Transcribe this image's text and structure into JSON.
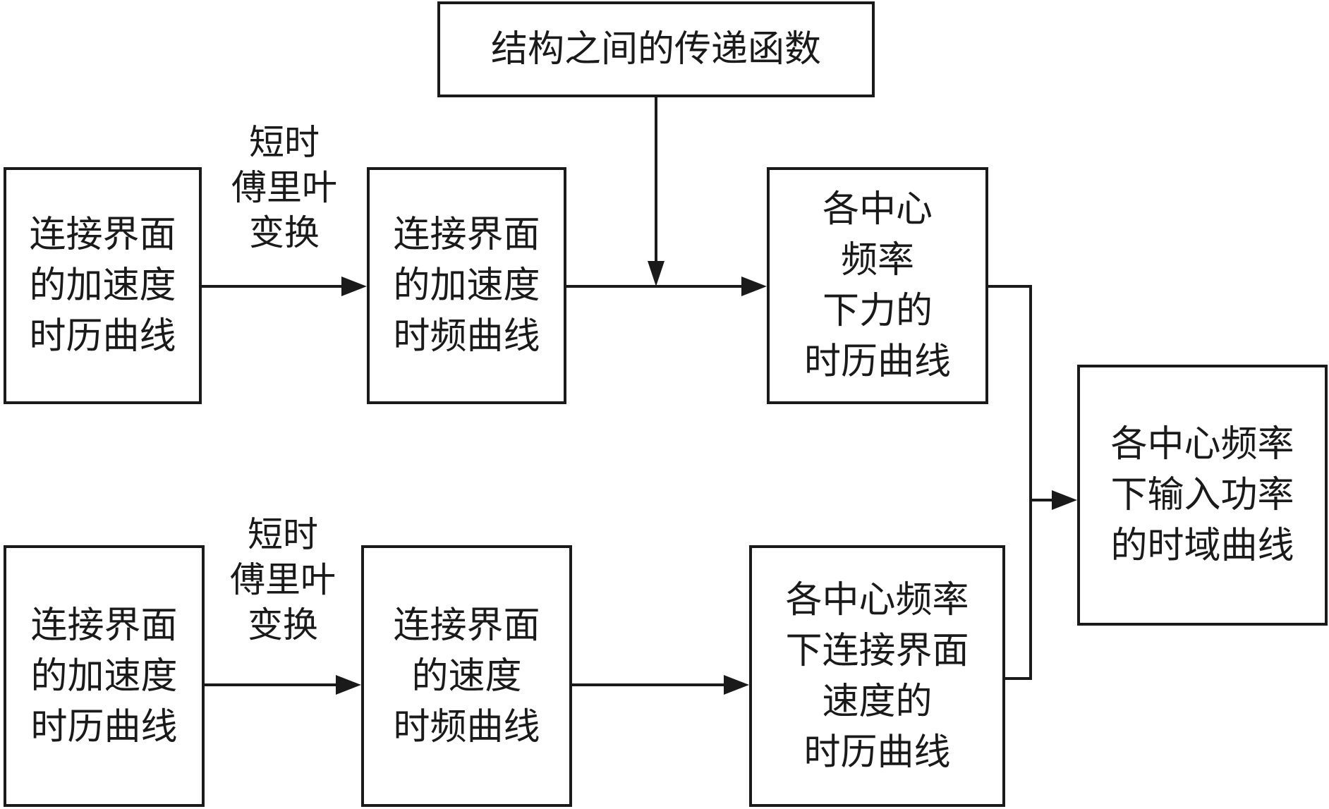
{
  "diagram": {
    "transfer_function_box": "结构之间的传递函数",
    "top_row": {
      "input_box": "连接界面\n的加速度\n时历曲线",
      "stft_label": "短时\n傅里叶\n变换",
      "timefreq_box": "连接界面\n的加速度\n时频曲线",
      "force_box": "各中心\n频率\n下力的\n时历曲线"
    },
    "bottom_row": {
      "input_box": "连接界面\n的加速度\n时历曲线",
      "stft_label": "短时\n傅里叶\n变换",
      "timefreq_box": "连接界面\n的速度\n时频曲线",
      "velocity_box": "各中心频率\n下连接界面\n速度的\n时历曲线"
    },
    "output_box": "各中心频率\n下输入功率\n的时域曲线"
  },
  "colors": {
    "stroke": "#1a1a1a",
    "background": "#ffffff"
  }
}
